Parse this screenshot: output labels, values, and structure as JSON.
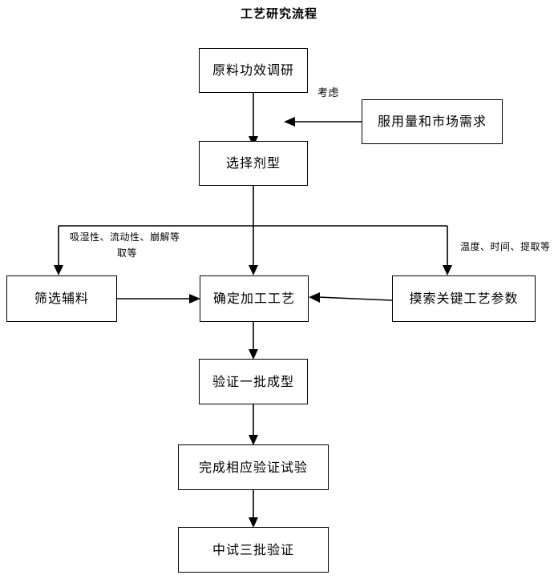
{
  "diagram": {
    "title": "工艺研究流程",
    "nodes": [
      {
        "id": "n1",
        "label": "原料功效调研"
      },
      {
        "id": "n2",
        "label": "服用量和市场需求"
      },
      {
        "id": "n3",
        "label": "选择剂型"
      },
      {
        "id": "n4",
        "label": "筛选辅料"
      },
      {
        "id": "n5",
        "label": "确定加工工艺"
      },
      {
        "id": "n6",
        "label": "摸索关键工艺参数"
      },
      {
        "id": "n7",
        "label": "验证一批成型"
      },
      {
        "id": "n8",
        "label": "完成相应验证试验"
      },
      {
        "id": "n9",
        "label": "中试三批验证"
      }
    ],
    "edge_labels": {
      "consider": "考虑",
      "left_branch_line1": "吸湿性、流动性、崩解等",
      "left_branch_line2": "取等",
      "right_branch": "温度、时间、提取等"
    },
    "colors": {
      "stroke": "#000000",
      "fill": "#ffffff",
      "text": "#000000"
    }
  }
}
